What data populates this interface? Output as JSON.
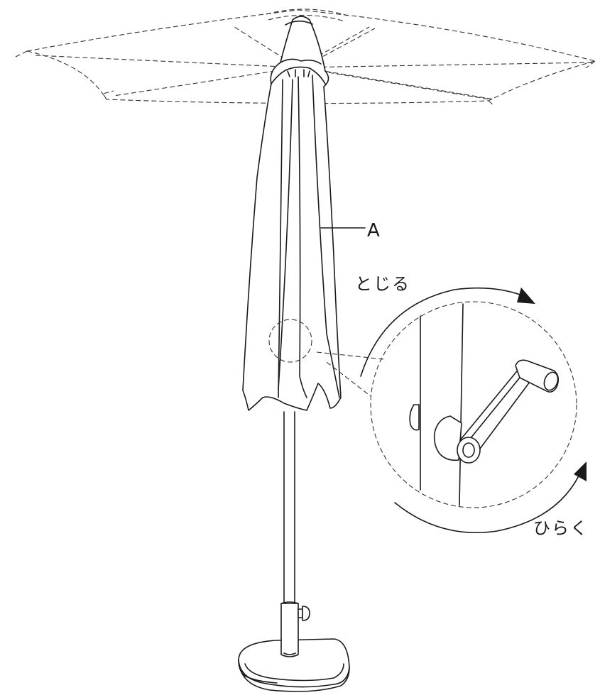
{
  "labels": {
    "part_a": "A",
    "close": "とじる",
    "open": "ひらく"
  },
  "colors": {
    "line": "#1a1a1a",
    "background": "#ffffff"
  }
}
